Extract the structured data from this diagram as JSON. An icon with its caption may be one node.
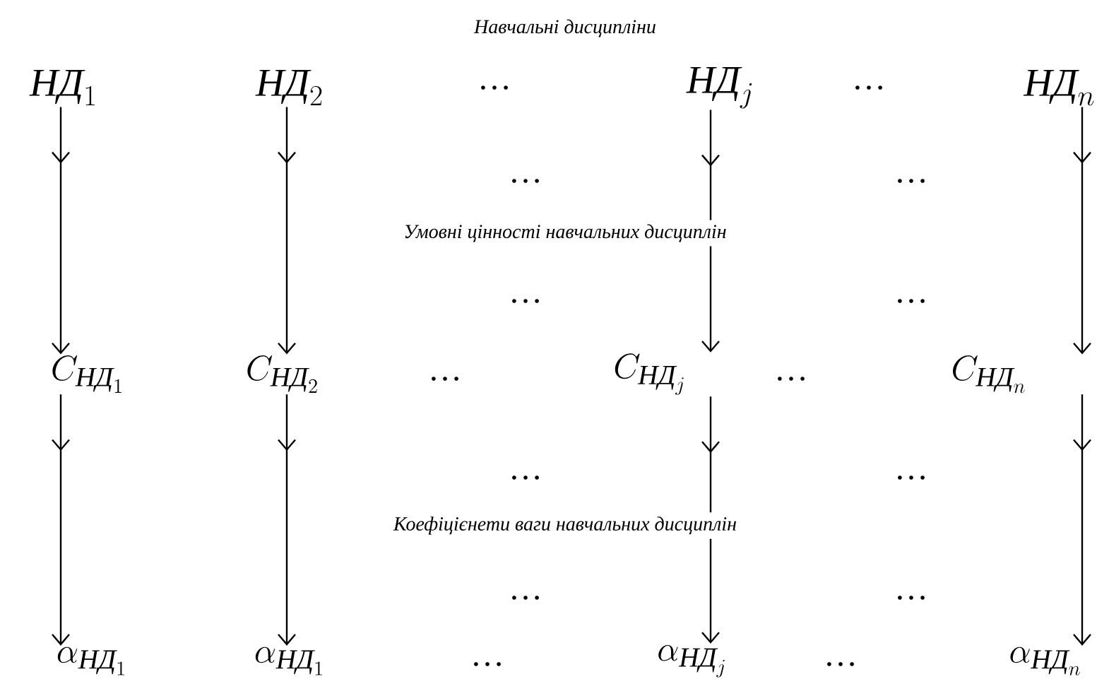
{
  "diagram": {
    "title": "Навчальні дисципліни",
    "nodes": [
      {
        "text": [
          "\\text{\\itshape НД}_{1}"
        ]
      },
      {
        "text": [
          "\\text{\\itshape НД}_{2}"
        ]
      },
      {
        "text": [
          "\\text{\\itshape НД}_{j}"
        ]
      },
      {
        "text": [
          "\\text{\\itshape НД}_{n}"
        ]
      },
      {
        "text": [
          "C_{\\text{\\itshape НД}_{1}}"
        ]
      },
      {
        "text": [
          "C_{\\text{\\itshape НД}_{2}}"
        ]
      },
      {
        "text": [
          "C_{\\text{\\itshape НД}_{j}}"
        ]
      },
      {
        "text": [
          "C_{\\text{\\itshape НД}_{n}}"
        ]
      },
      {
        "text": [
          "\\alpha_{\\text{\\itshape НД}_{1}}"
        ]
      },
      {
        "text": [
          "\\alpha_{\\text{\\itshape НД}_{1}}"
        ]
      },
      {
        "text": [
          "\\alpha_{\\text{\\itshape НД}_{j}}"
        ]
      },
      {
        "text": [
          "\\alpha_{\\text{\\itshape НД}_{n}}"
        ]
      }
    ],
    "edges": [
      {
        "from": 0,
        "to": 4,
        "arrow": "to"
      },
      {
        "from": 1,
        "to": 5,
        "arrow": "to"
      },
      {
        "from": 2,
        "to": 6,
        "arrow": "to"
      },
      {
        "from": 3,
        "to": 7,
        "arrow": "to"
      },
      {
        "from": 4,
        "to": 8,
        "arrow": "to"
      },
      {
        "from": 5,
        "to": 9,
        "arrow": "to"
      },
      {
        "from": 6,
        "to": 10,
        "arrow": "to"
      },
      {
        "from": 7,
        "to": 11,
        "arrow": "to"
      }
    ],
    "labels": [
      "…",
      "…",
      "…",
      "…",
      "Умовні цінності навчальних дисциплін",
      "…",
      "…",
      "…",
      "…",
      "…",
      "…",
      "Коефіцієнети ваги навчальних дисциплін",
      "…",
      "…",
      "…",
      "…"
    ]
  }
}
